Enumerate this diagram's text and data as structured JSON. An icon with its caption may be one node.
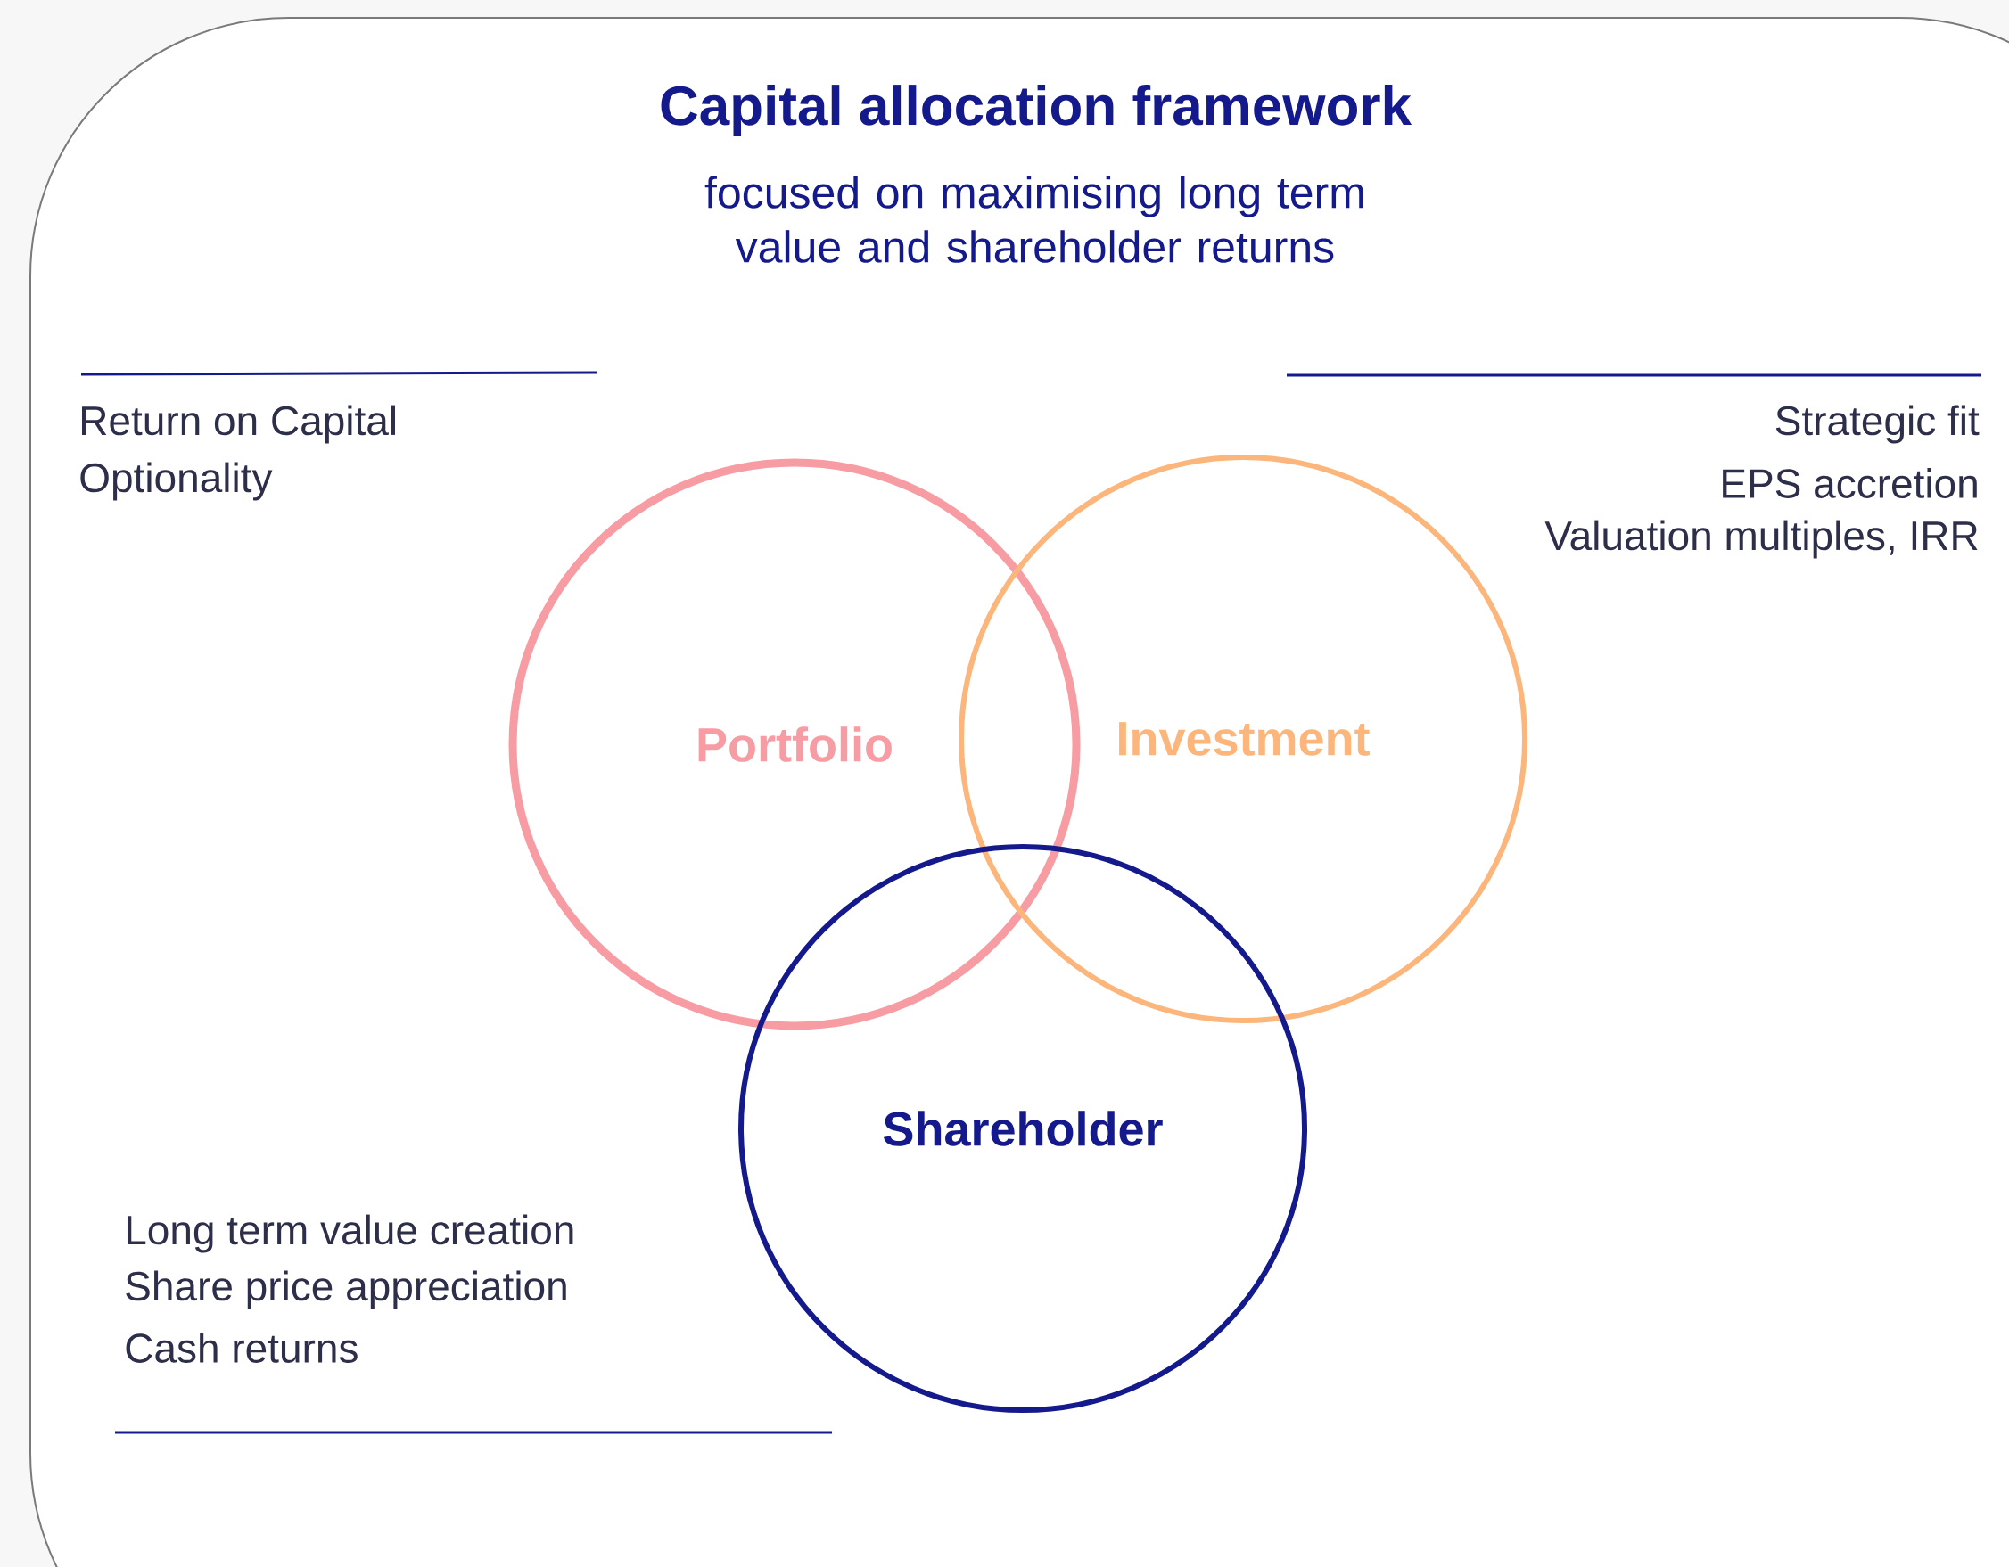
{
  "diagram": {
    "title": "Capital allocation framework",
    "nodes": [
      {
        "text": [
          "Portfolio"
        ]
      },
      {
        "text": [
          "Investment"
        ]
      },
      {
        "text": [
          "Shareholder"
        ]
      }
    ],
    "labels": [
      "focused on maximising long term value and shareholder returns",
      "Return on Capital",
      "Optionality",
      "Strategic fit",
      "EPS accretion",
      "Valuation multiples, IRR",
      "Long term value creation",
      "Share price appreciation",
      "Cash returns"
    ]
  }
}
